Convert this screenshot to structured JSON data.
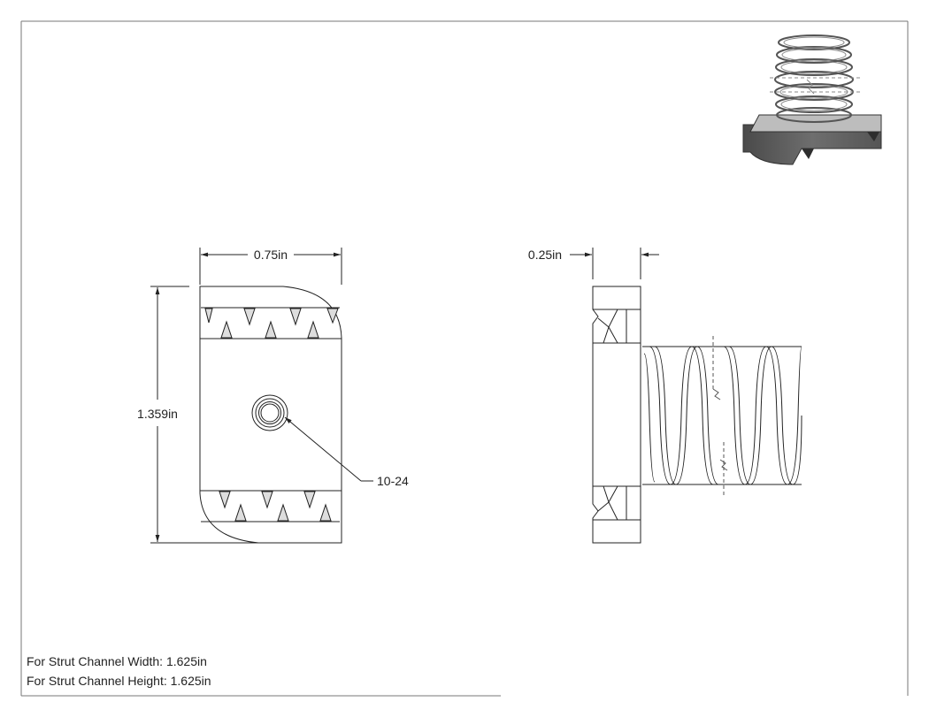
{
  "dimensions": {
    "front_width": "0.75in",
    "front_height": "1.359in",
    "side_thickness": "0.25in"
  },
  "callouts": {
    "thread": "10-24"
  },
  "notes": {
    "strut_width": "For Strut Channel Width: 1.625in",
    "strut_height": "For Strut Channel Height: 1.625in"
  }
}
